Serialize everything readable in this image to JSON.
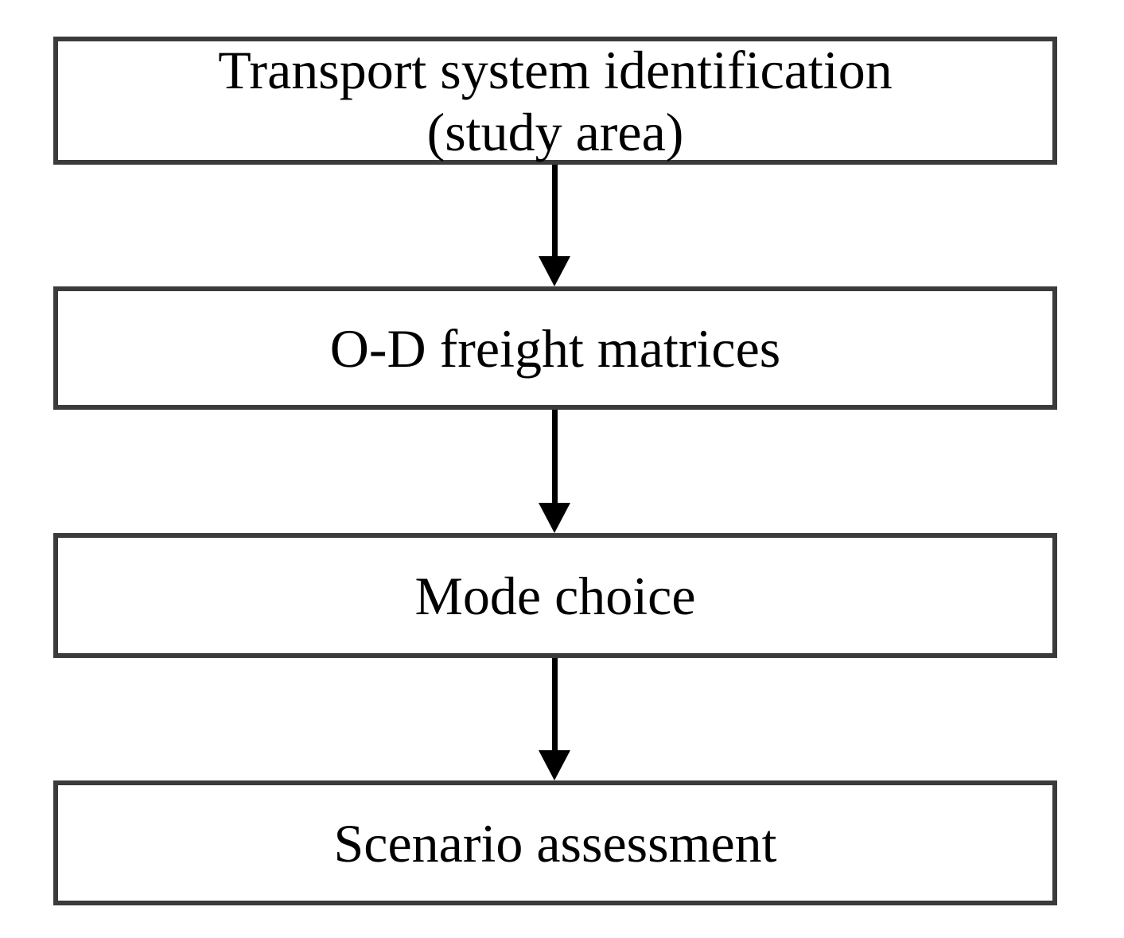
{
  "flowchart": {
    "nodes": [
      {
        "name": "transport-system-identification",
        "lines": [
          "Transport system identification",
          "(study area)"
        ]
      },
      {
        "name": "od-freight-matrices",
        "lines": [
          "O-D freight matrices"
        ]
      },
      {
        "name": "mode-choice",
        "lines": [
          "Mode choice"
        ]
      },
      {
        "name": "scenario-assessment",
        "lines": [
          "Scenario assessment"
        ]
      }
    ],
    "connections": [
      {
        "from": "transport-system-identification",
        "to": "od-freight-matrices",
        "type": "arrow-down"
      },
      {
        "from": "od-freight-matrices",
        "to": "mode-choice",
        "type": "arrow-down"
      },
      {
        "from": "mode-choice",
        "to": "scenario-assessment",
        "type": "arrow-down"
      }
    ],
    "colors": {
      "background": "#ffffff",
      "box_fill": "#ffffff",
      "box_border": "#3b3b3b",
      "arrow": "#000000",
      "text": "#000000"
    }
  }
}
